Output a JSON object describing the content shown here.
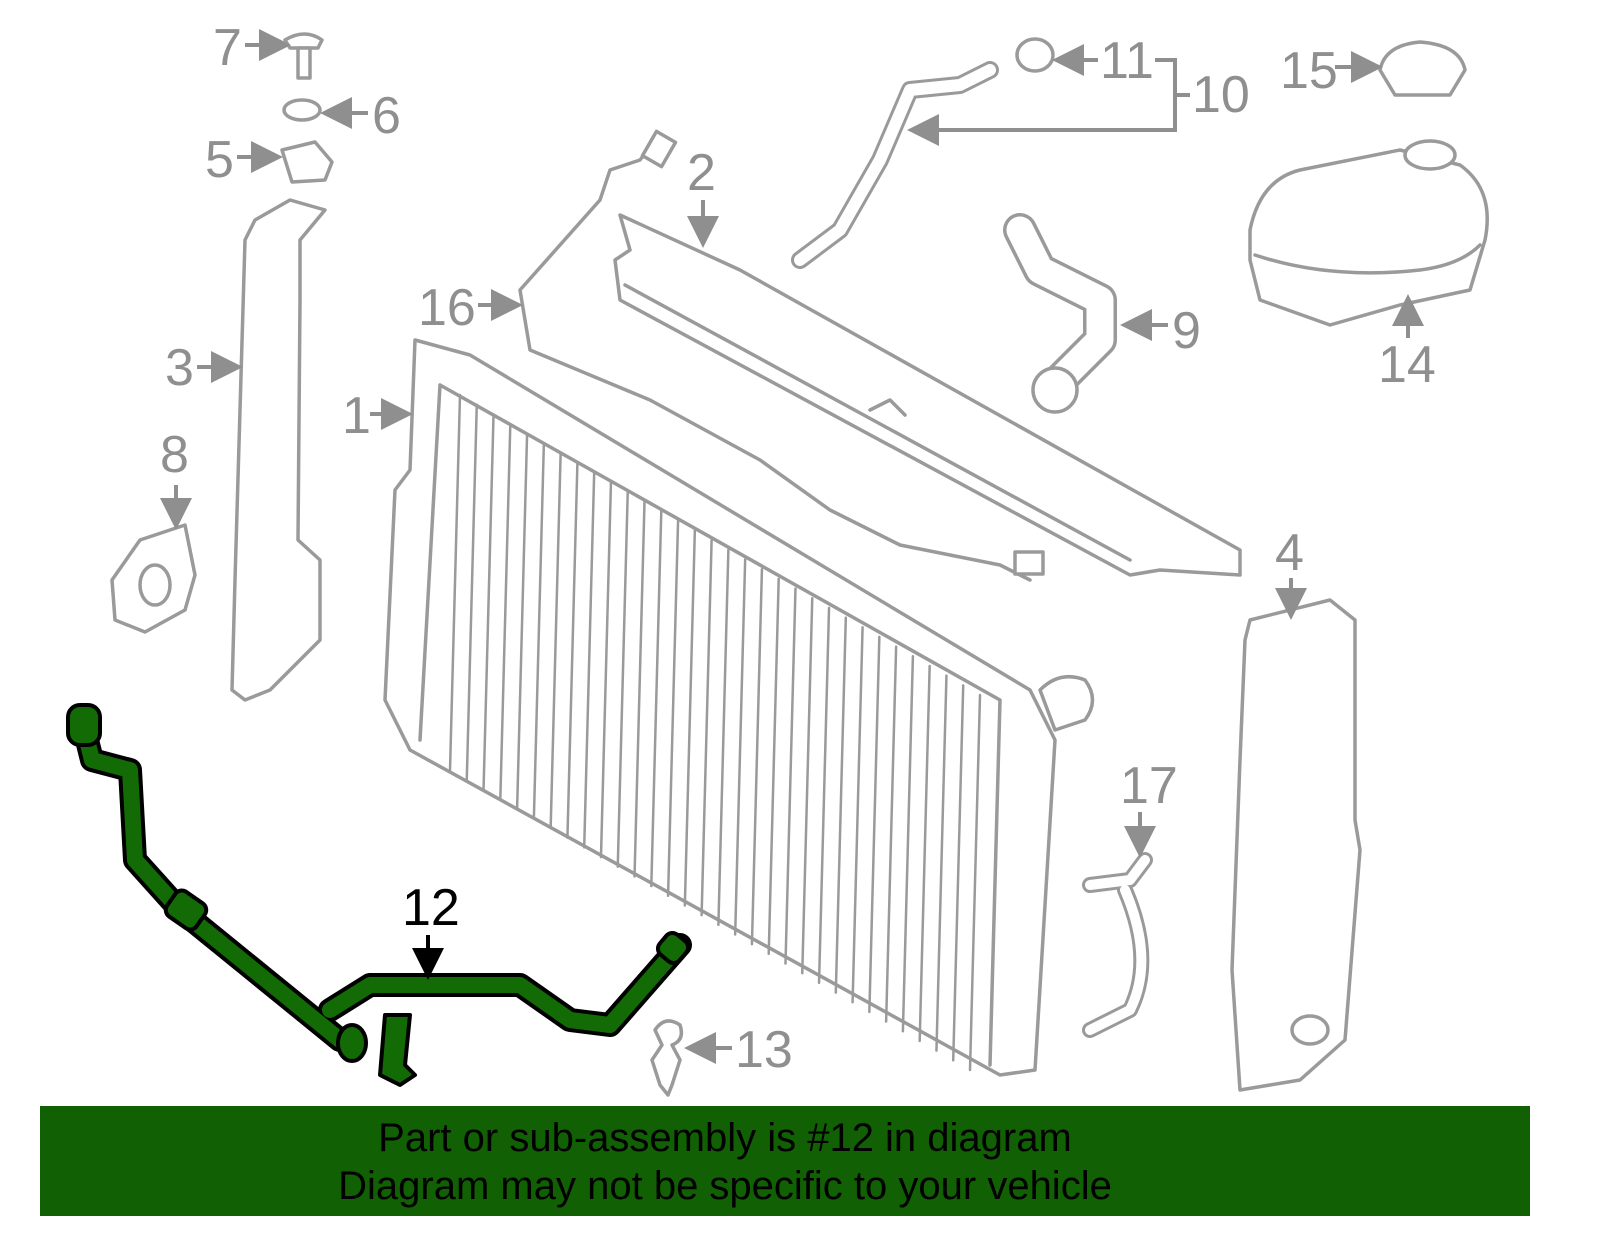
{
  "diagram": {
    "callouts": [
      "1",
      "2",
      "3",
      "4",
      "5",
      "6",
      "7",
      "8",
      "9",
      "10",
      "11",
      "12",
      "13",
      "14",
      "15",
      "16",
      "17"
    ],
    "highlighted_part": "12",
    "highlight_color": "#136b06",
    "outline_color": "#9a9a9a"
  },
  "banner": {
    "line1": "Part or sub-assembly is #12 in diagram",
    "line2": "Diagram may not be specific to your vehicle",
    "color": "#116104"
  }
}
